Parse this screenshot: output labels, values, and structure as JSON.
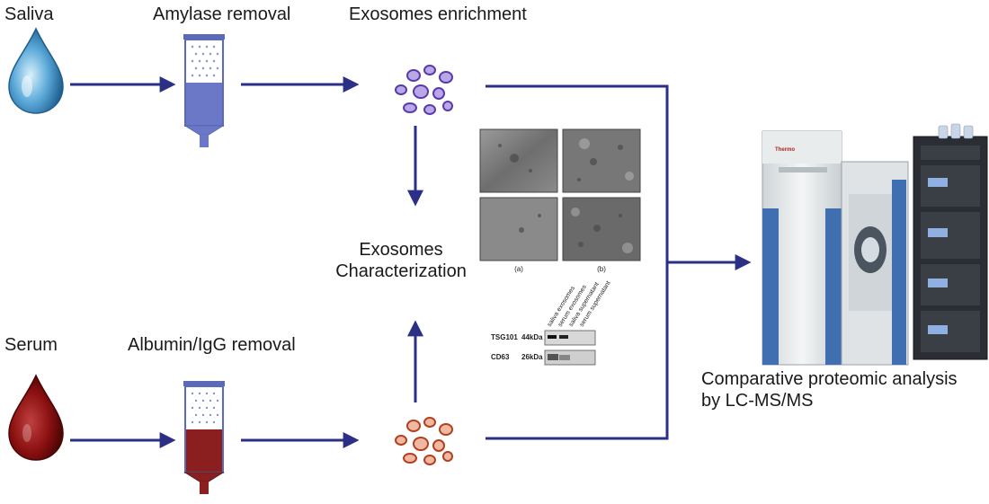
{
  "rows": {
    "saliva": {
      "sample_label": "Saliva",
      "removal_label": "Amylase removal",
      "vesicle_label": "Exosomes enrichment"
    },
    "serum": {
      "sample_label": "Serum",
      "removal_label": "Albumin/IgG removal"
    }
  },
  "characterization": {
    "label_line1": "Exosomes",
    "label_line2": "Characterization",
    "micrograph_labels": [
      "(a)",
      "(b)"
    ],
    "blot": {
      "lanes": [
        "saliva exosomes",
        "serum exosomes",
        "saliva supernatant",
        "serum supernatant"
      ],
      "bands": [
        {
          "marker": "TSG101",
          "size": "44kDa"
        },
        {
          "marker": "CD63",
          "size": "26kDa"
        }
      ]
    }
  },
  "analysis": {
    "label_line1": "Comparative proteomic analysis",
    "label_line2": "by LC-MS/MS",
    "instrument_brand": "Thermo"
  },
  "colors": {
    "arrow": "#2b2f86",
    "saliva_fluid": "#6b78c8",
    "serum_fluid": "#8b1e1e",
    "saliva_drop": "#5aa8d8",
    "serum_drop": "#8b1010",
    "saliva_vesicle": "#6a48b8",
    "serum_vesicle": "#c04a2a"
  }
}
